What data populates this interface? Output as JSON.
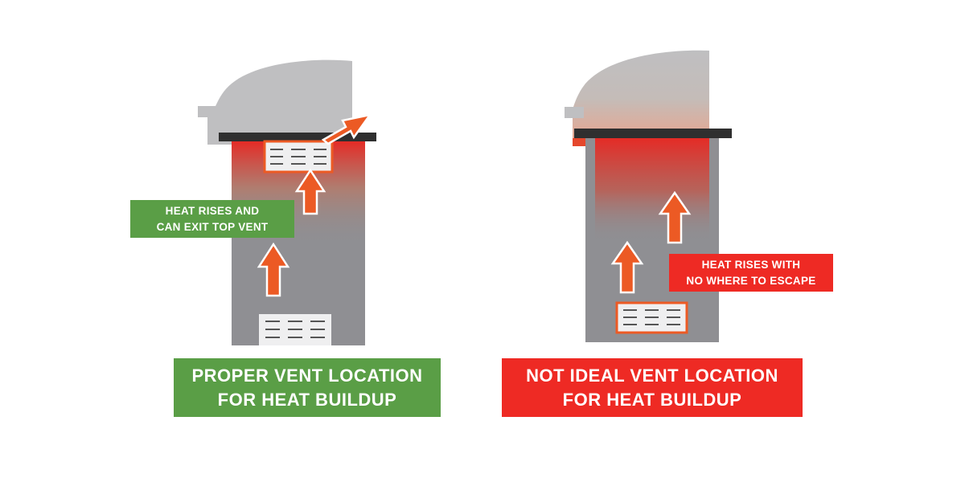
{
  "colors": {
    "good": "#5a9e46",
    "bad": "#ee2a24",
    "arrow": "#ec5a24",
    "cabinet": "#8f8f93",
    "lid": "#bfbfc1",
    "counter": "#2f2f2f",
    "vent": "#efeff0"
  },
  "left": {
    "callout": {
      "line1": "HEAT RISES AND",
      "line2": "CAN EXIT TOP VENT"
    },
    "caption": {
      "line1": "PROPER VENT LOCATION",
      "line2": "FOR HEAT BUILDUP"
    }
  },
  "right": {
    "callout": {
      "line1": "HEAT RISES WITH",
      "line2": "NO WHERE TO ESCAPE"
    },
    "caption": {
      "line1": "NOT IDEAL VENT LOCATION",
      "line2": "FOR HEAT BUILDUP"
    }
  }
}
